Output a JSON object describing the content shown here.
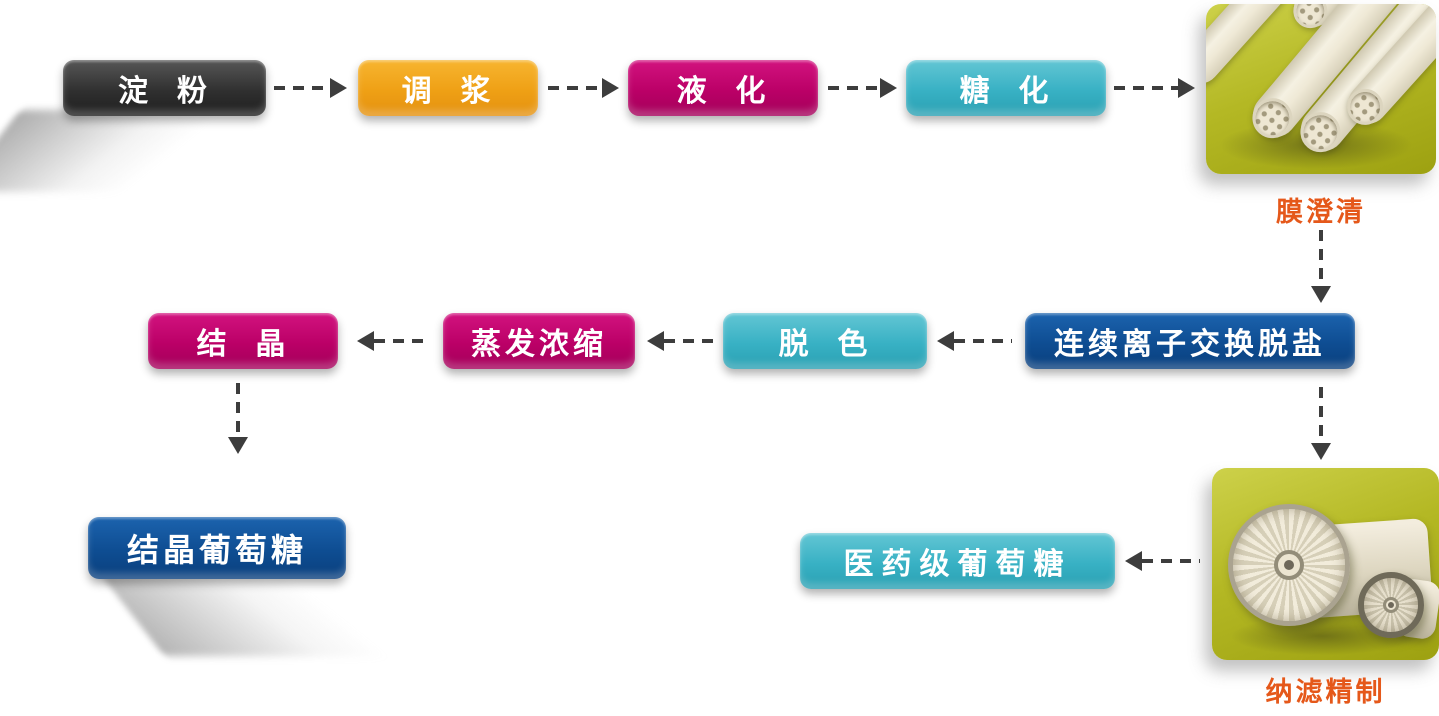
{
  "diagram": {
    "nodes": {
      "starch": {
        "label": "淀  粉",
        "color": "#333333"
      },
      "slurry_mixing": {
        "label": "调  浆",
        "color": "#efa015"
      },
      "liquefaction": {
        "label": "液  化",
        "color": "#bb0067"
      },
      "saccharification": {
        "label": "糖  化",
        "color": "#38b1c4"
      },
      "ion_exchange": {
        "label": "连续离子交换脱盐",
        "color": "#0e4d92"
      },
      "decolorization": {
        "label": "脱  色",
        "color": "#38b1c4"
      },
      "evaporation": {
        "label": "蒸发浓缩",
        "color": "#bb0067"
      },
      "crystallization": {
        "label": "结  晶",
        "color": "#bb0067"
      },
      "crystalline_glucose": {
        "label": "结晶葡萄糖",
        "color": "#0e4d92"
      },
      "pharma_glucose": {
        "label": "医药级葡萄糖",
        "color": "#38b1c4"
      }
    },
    "photos": {
      "membrane_clarification": {
        "caption": "膜澄清",
        "subject": "ceramic-membrane-tubes",
        "background": "#b4b824"
      },
      "nanofiltration": {
        "caption": "纳滤精制",
        "subject": "spiral-wound-membrane-modules",
        "background": "#b4b824"
      }
    },
    "style": {
      "arrow_color": "#3d3d3d",
      "caption_color": "#e5581a",
      "text_color": "#ffffff"
    }
  }
}
